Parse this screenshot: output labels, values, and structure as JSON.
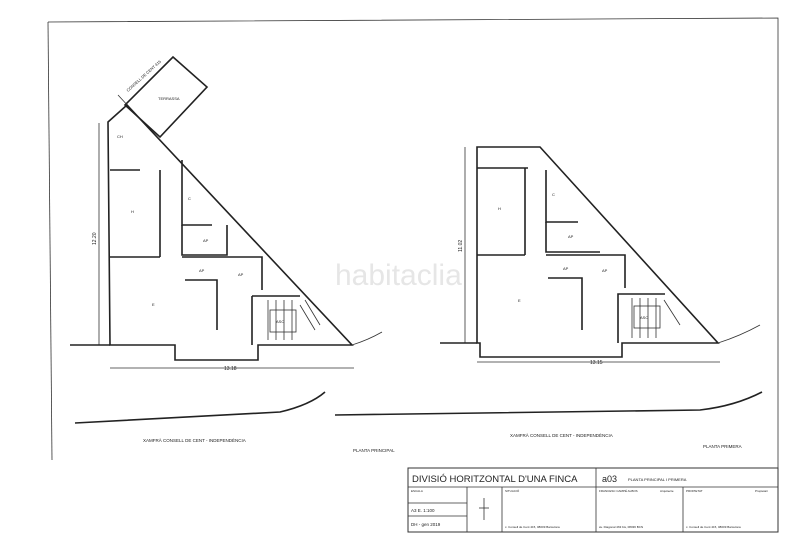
{
  "watermark": "habitaclia",
  "plan_left": {
    "street_top": "CONSELL DE CENT 415",
    "rooms": {
      "terrace": "TERRASSA",
      "bath": "CH",
      "room": "H",
      "kitchen": "C",
      "ap1": "AP",
      "ap2": "AP",
      "ap3": "AP",
      "living": "E",
      "lift": "ASC"
    },
    "dim_vertical": "12.20",
    "dim_horizontal": "13.18",
    "street_caption": "XAMFRÀ CONSELL DE CENT - INDEPENDÈNCIA",
    "floor_caption": "PLANTA PRINCIPAL"
  },
  "plan_right": {
    "rooms": {
      "room": "H",
      "kitchen": "C",
      "ap1": "AP",
      "ap2": "AP",
      "ap3": "AP",
      "living": "E",
      "lift": "ASC"
    },
    "dim_vertical": "11.02",
    "dim_horizontal": "13.15",
    "street_caption": "XAMFRÀ CONSELL DE CENT - INDEPENDÈNCIA",
    "floor_caption": "PLANTA PRIMERA"
  },
  "title_block": {
    "title": "DIVISIÓ HORITZONTAL D'UNA FINCA",
    "sheet": "a03",
    "sheet_title": "PLANTA PRINCIPAL I PRIMERA",
    "format_label": "ESCALA",
    "format": "A3 E. 1:100",
    "date": "DH - gen 2019",
    "situation_label": "SITUACIÓ",
    "situation": "c. Consell de Cent 415, 08009 Barcelona",
    "author_label": "FRANCESC CAMPÉ ALBOS",
    "author_role": "Arquitecte",
    "author_address": "av. Diagonal 463 bis, 08036 BCN",
    "owner_label": "PROPIETAT",
    "owner_role": "Propietari",
    "owner_address": "c. Consell de Cent 415, 08009 Barcelona"
  }
}
